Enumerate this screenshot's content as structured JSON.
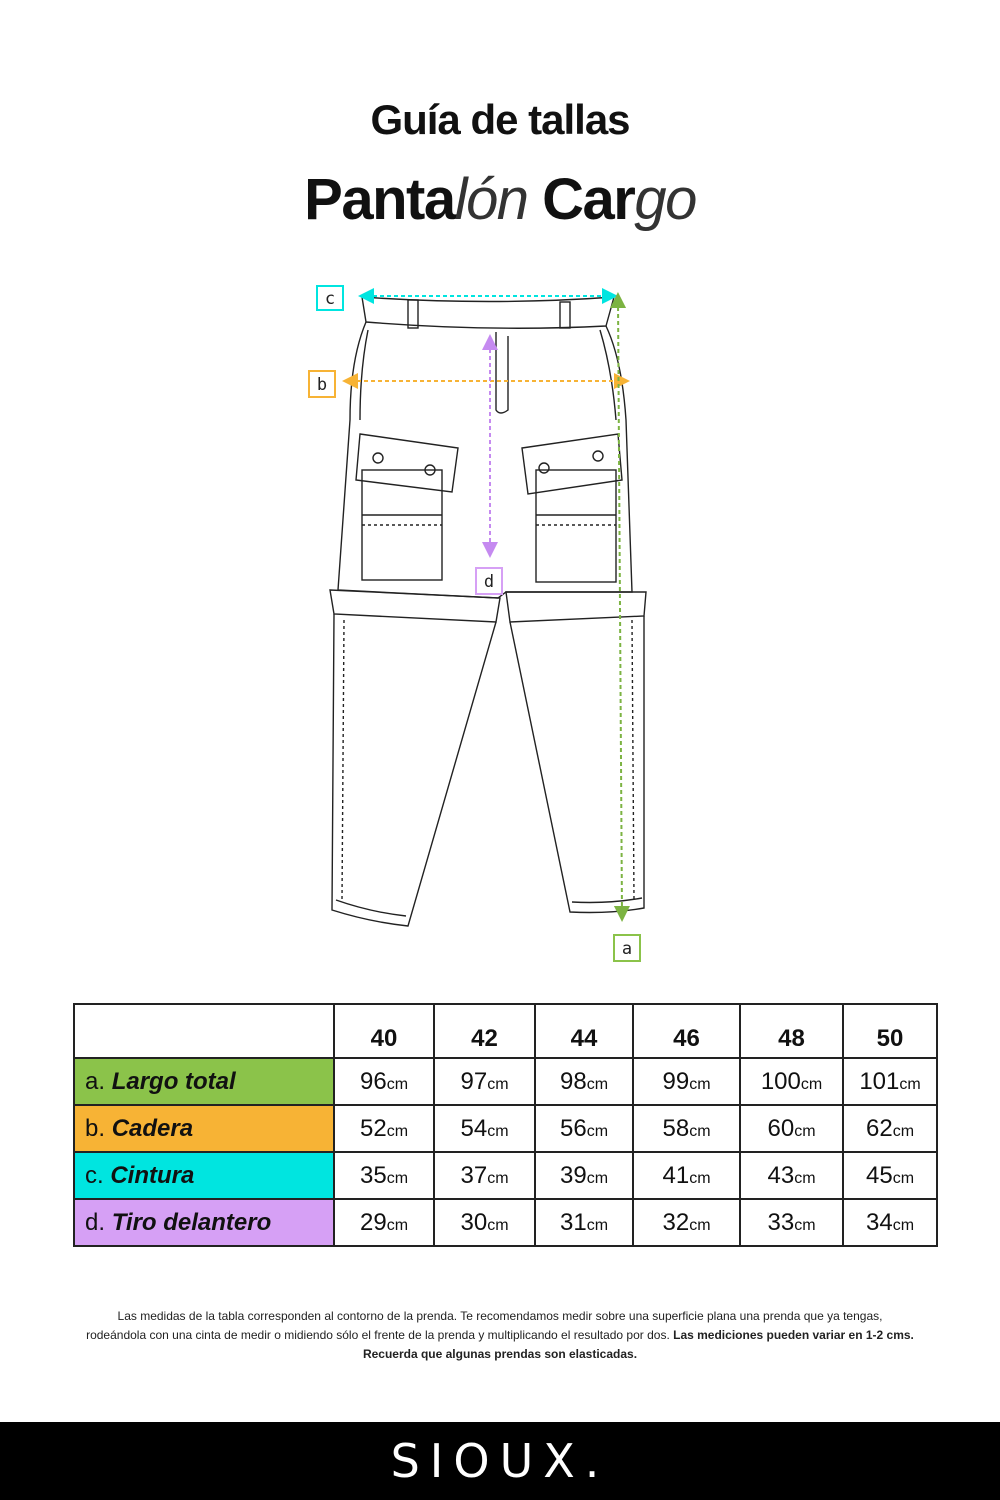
{
  "header": {
    "title": "Guía de tallas",
    "subtitle_parts": [
      "Panta",
      "lón",
      "Car",
      "go"
    ]
  },
  "diagram": {
    "markers": [
      "c",
      "b",
      "d",
      "a"
    ],
    "colors": {
      "a": "#8bc34a",
      "b": "#f7b335",
      "c": "#00e5e0",
      "d": "#d6a0f5"
    }
  },
  "table": {
    "sizes": [
      "40",
      "42",
      "44",
      "46",
      "48",
      "50"
    ],
    "unit": "cm",
    "rows": [
      {
        "letter": "a.",
        "name": "Largo total",
        "color": "#8bc34a",
        "values": [
          "96",
          "97",
          "98",
          "99",
          "100",
          "101"
        ]
      },
      {
        "letter": "b.",
        "name": "Cadera",
        "color": "#f7b335",
        "values": [
          "52",
          "54",
          "56",
          "58",
          "60",
          "62"
        ]
      },
      {
        "letter": "c.",
        "name": "Cintura",
        "color": "#00e5e0",
        "values": [
          "35",
          "37",
          "39",
          "41",
          "43",
          "45"
        ]
      },
      {
        "letter": "d.",
        "name": "Tiro delantero",
        "color": "#d6a0f5",
        "values": [
          "29",
          "30",
          "31",
          "32",
          "33",
          "34"
        ]
      }
    ]
  },
  "note": {
    "line1": "Las medidas de la tabla corresponden al contorno de la prenda. Te recomendamos medir sobre una superficie plana una prenda que ya tengas,",
    "line2": "rodeándola con una cinta de medir o midiendo sólo el frente de la prenda y multiplicando el resultado por dos.",
    "line2_bold": "Las mediciones pueden variar en 1-2 cms.",
    "line3_bold": "Recuerda que algunas prendas son elasticadas."
  },
  "footer": {
    "brand": "SIOUX."
  }
}
